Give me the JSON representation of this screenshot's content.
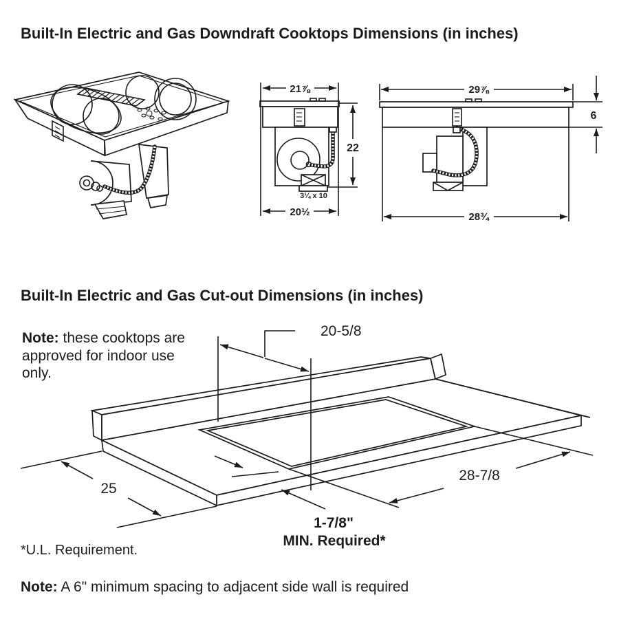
{
  "section1": {
    "title": "Built-In Electric and Gas Downdraft Cooktops Dimensions (in inches)",
    "front_view": {
      "width_top": "21⅞",
      "height": "22",
      "duct_size": "3¼ x 10",
      "width_bottom": "20½"
    },
    "side_view": {
      "width_top": "29⅞",
      "depth_below_counter": "6",
      "width_bottom": "28¾"
    }
  },
  "section2": {
    "title": "Built-In Electric and Gas Cut-out Dimensions (in inches)",
    "note": {
      "label": "Note:",
      "text": " these cooktops are approved for indoor use only."
    },
    "cutout": {
      "depth": "20-5/8",
      "counter_depth": "25",
      "width": "28-7/8",
      "front_spacing": "1-7/8\"",
      "front_spacing_label": "MIN. Required*"
    }
  },
  "footer": {
    "ul_requirement": "*U.L. Requirement.",
    "note": {
      "label": "Note:",
      "text": " A 6\" minimum spacing to adjacent side wall is required"
    }
  },
  "colors": {
    "ink": "#1c1c1c",
    "background": "#ffffff"
  }
}
